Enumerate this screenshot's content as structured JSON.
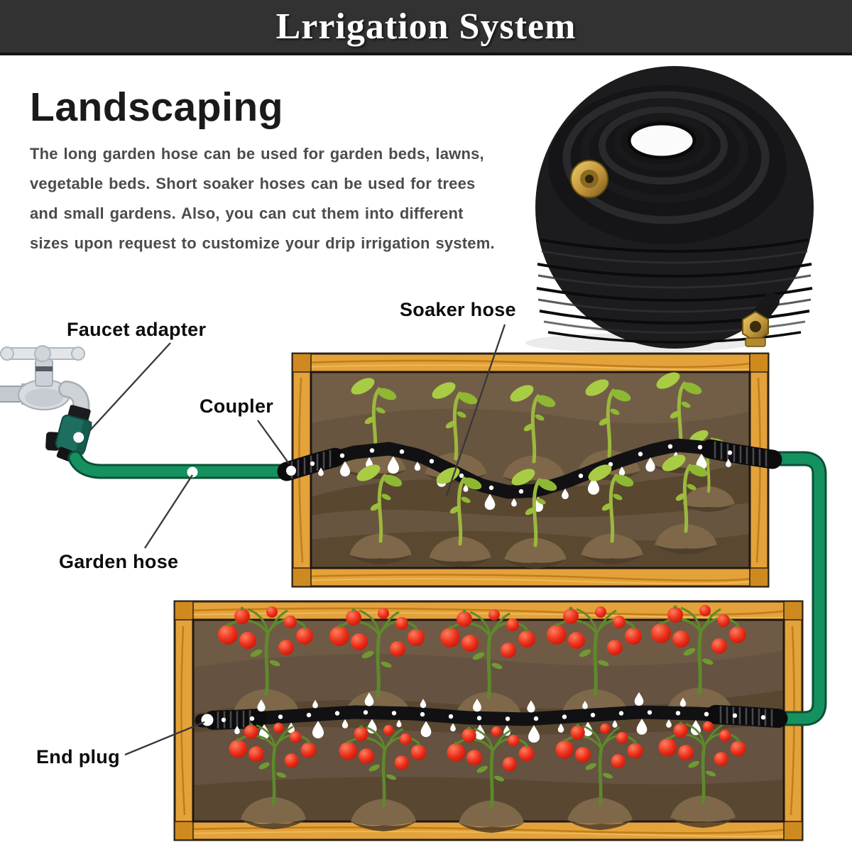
{
  "banner": {
    "title": "Lrrigation System",
    "bg_color": "#323232",
    "text_color": "#ffffff"
  },
  "intro": {
    "heading": "Landscaping",
    "body_lines": [
      "The long garden hose can be used for garden beds, lawns,",
      "vegetable beds. Short soaker hoses can be used for trees",
      "and small gardens. Also, you can cut them into different",
      "sizes upon request to customize your drip irrigation system."
    ]
  },
  "labels": {
    "faucet_adapter": "Faucet adapter",
    "coupler": "Coupler",
    "soaker_hose": "Soaker hose",
    "garden_hose": "Garden hose",
    "end_plug": "End plug"
  },
  "product_photo": {
    "description": "coiled black soaker hose with brass fittings"
  },
  "diagram": {
    "garden_beds": 2,
    "seedling_count": 11,
    "tomato_plant_count": 10,
    "colors": {
      "garden_hose_green": "#159160",
      "garden_hose_green_dark": "#0A5136",
      "soaker_hose_black": "#111113",
      "sleeve_black": "#0c0c0e",
      "rib_gray": "#4a4a4e",
      "wood_frame": "#E4A23A",
      "soil": "#68553F",
      "tomato_red": "#EA2E1A",
      "seedling_green": "#A9CC45",
      "water_drop": "#FFFFFF",
      "adapter_teal": "#1E6E60",
      "leader_line": "#38383a"
    }
  }
}
